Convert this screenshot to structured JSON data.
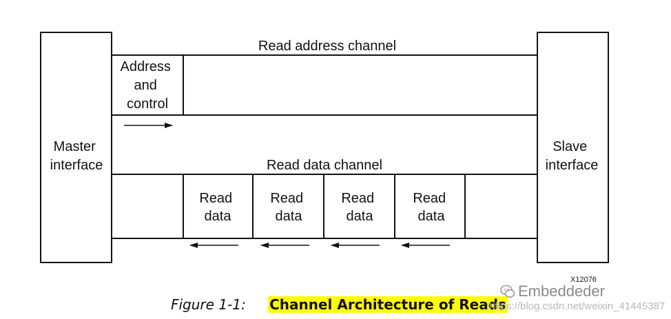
{
  "diagram": {
    "master_line1": "Master",
    "master_line2": "interface",
    "slave_line1": "Slave",
    "slave_line2": "interface",
    "read_address_channel": "Read address channel",
    "address_line1": "Address",
    "address_line2": "and",
    "address_line3": "control",
    "read_data_channel": "Read data channel",
    "read_data_cells": [
      {
        "line1": "Read",
        "line2": "data"
      },
      {
        "line1": "Read",
        "line2": "data"
      },
      {
        "line1": "Read",
        "line2": "data"
      },
      {
        "line1": "Read",
        "line2": "data"
      }
    ],
    "figure_id": "X12076"
  },
  "caption": {
    "figure_label": "Figure 1-1:",
    "title": "Channel Architecture of Reads",
    "highlight_color": "#ffff00"
  },
  "watermark": {
    "brand": "Embeddeder",
    "url": "https://blog.csdn.net/weixin_41445387",
    "logo_icon": "wechat-icon"
  }
}
